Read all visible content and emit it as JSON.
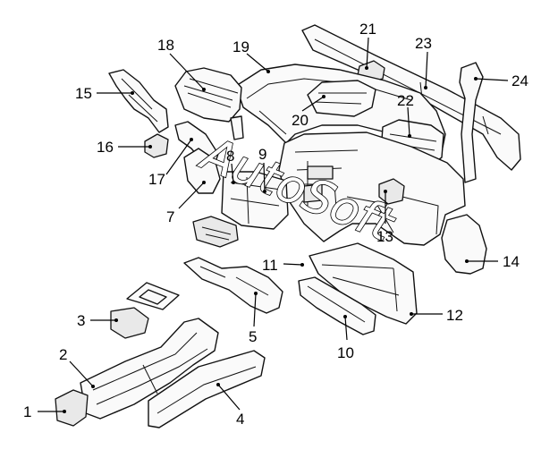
{
  "callouts": [
    {
      "id": "1",
      "label": "1"
    },
    {
      "id": "2",
      "label": "2"
    },
    {
      "id": "3",
      "label": "3"
    },
    {
      "id": "4",
      "label": "4"
    },
    {
      "id": "5",
      "label": "5"
    },
    {
      "id": "7",
      "label": "7"
    },
    {
      "id": "8",
      "label": "8"
    },
    {
      "id": "9",
      "label": "9"
    },
    {
      "id": "10",
      "label": "10"
    },
    {
      "id": "11",
      "label": "11"
    },
    {
      "id": "12",
      "label": "12"
    },
    {
      "id": "13",
      "label": "13"
    },
    {
      "id": "14",
      "label": "14"
    },
    {
      "id": "15",
      "label": "15"
    },
    {
      "id": "16",
      "label": "16"
    },
    {
      "id": "17",
      "label": "17"
    },
    {
      "id": "18",
      "label": "18"
    },
    {
      "id": "19",
      "label": "19"
    },
    {
      "id": "20",
      "label": "20"
    },
    {
      "id": "21",
      "label": "21"
    },
    {
      "id": "22",
      "label": "22"
    },
    {
      "id": "23",
      "label": "23"
    },
    {
      "id": "24",
      "label": "24"
    }
  ],
  "watermark": "AutoSoft"
}
